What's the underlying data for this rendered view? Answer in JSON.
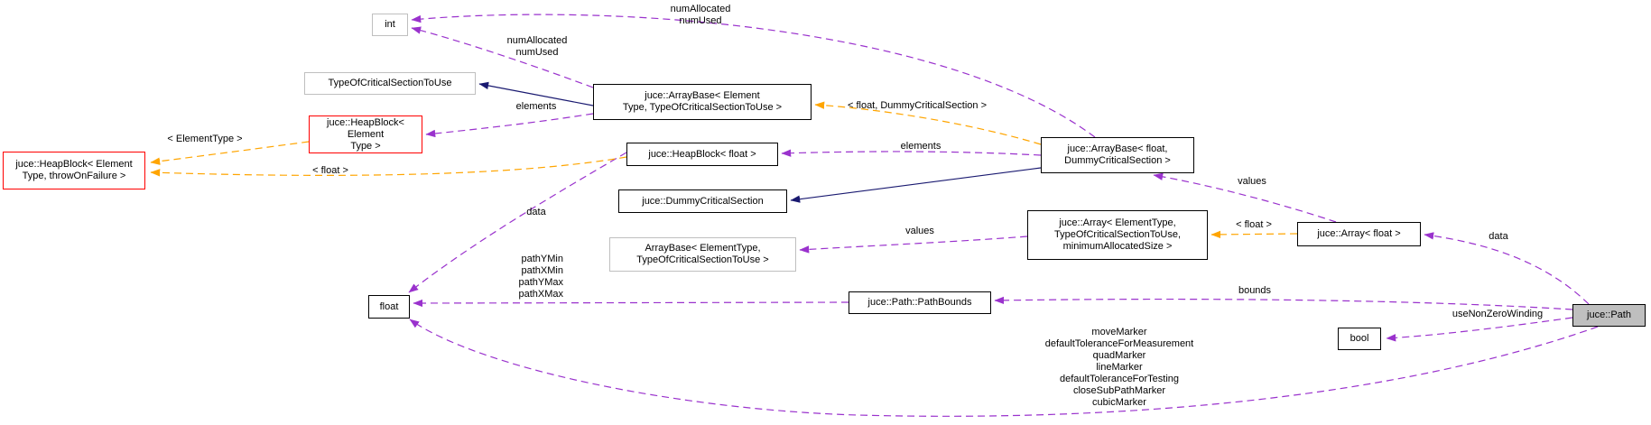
{
  "diagram": {
    "kind": "doxygen-collaboration-graph",
    "current_class": "juce::Path",
    "colors": {
      "usage_edge": "#9a32cd",
      "template_edge": "#ffa500",
      "inheritance_edge": "#191970",
      "node_border": "#000000",
      "external_node_border": "#bfbfbf",
      "truncated_node_border": "#ff0000",
      "current_node_fill": "#bfbfbf",
      "background": "#ffffff"
    },
    "nodes": [
      {
        "id": "int",
        "label": "int",
        "kind": "external"
      },
      {
        "id": "type-of-critical-section-to-use",
        "label": "TypeOfCriticalSectionToUse",
        "kind": "external"
      },
      {
        "id": "heapblock-element-type",
        "label": "juce::HeapBlock< Element\nType >",
        "kind": "truncated"
      },
      {
        "id": "heapblock-element-type-throw-on-failure",
        "label": "juce::HeapBlock< Element\nType, throwOnFailure >",
        "kind": "truncated"
      },
      {
        "id": "arraybase-element-type",
        "label": "juce::ArrayBase< Element\nType, TypeOfCriticalSectionToUse >",
        "kind": "class"
      },
      {
        "id": "heapblock-float",
        "label": "juce::HeapBlock< float >",
        "kind": "class"
      },
      {
        "id": "arraybase-float-dummy",
        "label": "juce::ArrayBase< float,\nDummyCriticalSection >",
        "kind": "class"
      },
      {
        "id": "dummy-critical-section",
        "label": "juce::DummyCriticalSection",
        "kind": "class"
      },
      {
        "id": "arraybase-elementtype-plain",
        "label": "ArrayBase< ElementType,\nTypeOfCriticalSectionToUse >",
        "kind": "external"
      },
      {
        "id": "array-elementtype",
        "label": "juce::Array< ElementType,\nTypeOfCriticalSectionToUse,\nminimumAllocatedSize >",
        "kind": "class"
      },
      {
        "id": "array-float",
        "label": "juce::Array< float >",
        "kind": "class"
      },
      {
        "id": "path-bounds",
        "label": "juce::Path::PathBounds",
        "kind": "class"
      },
      {
        "id": "float",
        "label": "float",
        "kind": "class"
      },
      {
        "id": "bool",
        "label": "bool",
        "kind": "class"
      },
      {
        "id": "juce-path",
        "label": "juce::Path",
        "kind": "current"
      }
    ],
    "edge_labels": [
      {
        "id": "num-allocated-top",
        "text": "numAllocated\nnumUsed"
      },
      {
        "id": "num-allocated-left",
        "text": "numAllocated\nnumUsed"
      },
      {
        "id": "elements-left",
        "text": "elements"
      },
      {
        "id": "tpl-element-type",
        "text": "< ElementType >"
      },
      {
        "id": "tpl-float-left",
        "text": "< float >"
      },
      {
        "id": "tpl-float-dummy",
        "text": "< float, DummyCriticalSection >"
      },
      {
        "id": "elements-right",
        "text": "elements"
      },
      {
        "id": "data-left",
        "text": "data"
      },
      {
        "id": "values-right",
        "text": "values"
      },
      {
        "id": "values-mid",
        "text": "values"
      },
      {
        "id": "tpl-float-right",
        "text": "< float >"
      },
      {
        "id": "data-right",
        "text": "data"
      },
      {
        "id": "path-min-max",
        "text": "pathYMin\npathXMin\npathYMax\npathXMax"
      },
      {
        "id": "bounds",
        "text": "bounds"
      },
      {
        "id": "use-non-zero-winding",
        "text": "useNonZeroWinding"
      },
      {
        "id": "path-markers",
        "text": "moveMarker\ndefaultToleranceForMeasurement\nquadMarker\nlineMarker\ndefaultToleranceForTesting\ncloseSubPathMarker\ncubicMarker"
      }
    ]
  }
}
